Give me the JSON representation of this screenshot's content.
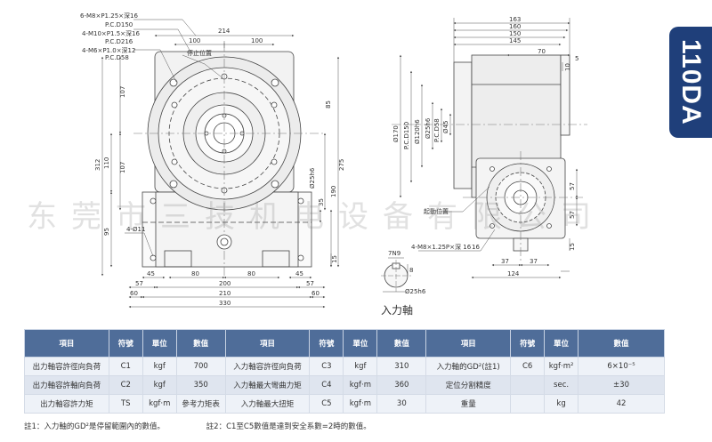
{
  "model": "110DA",
  "watermark": "东莞市三技机电设备有限公司",
  "axis_caption": "入力軸",
  "front_view": {
    "holes": [
      {
        "spec": "6-M8×P1.25×深16",
        "pcd": "P.C.D150"
      },
      {
        "spec": "4-M10×P1.5×深16",
        "pcd": "P.C.D216"
      },
      {
        "spec": "4-M6×P1.0×深12",
        "pcd": "P.C.D58"
      }
    ],
    "stop_label": "停止位置",
    "mount_hole": "4-Ø11",
    "dims": {
      "top_214": "214",
      "top_100a": "100",
      "top_100b": "100",
      "left_107a": "107",
      "left_107b": "107",
      "left_312": "312",
      "left_110": "110",
      "left_95": "95",
      "right_85": "85",
      "right_275": "275",
      "right_25h6": "Ø25h6",
      "right_35": "35",
      "right_190": "190",
      "right_15": "15",
      "bottom_45a": "45",
      "bottom_45b": "45",
      "bottom_80a": "80",
      "bottom_80b": "80",
      "bottom_57a": "57",
      "bottom_57b": "57",
      "bottom_200": "200",
      "bottom_60a": "60",
      "bottom_60b": "60",
      "bottom_210": "210",
      "bottom_330": "330"
    }
  },
  "side_view": {
    "dims": {
      "d163": "163",
      "d160": "160",
      "d150": "150",
      "d145": "145",
      "d70": "70",
      "d5": "5",
      "d10": "10",
      "d15": "15",
      "d57a": "57",
      "d57b": "57",
      "d37a": "37",
      "d37b": "37",
      "d124": "124",
      "d16": "16",
      "phi170": "Ø170",
      "pcd150": "P.C.D150",
      "phi120": "Ø120h6",
      "phi25": "Ø25h6",
      "pcd58": "P.C.D58",
      "phi45": "Ø45"
    },
    "start_label": "起動位置",
    "hole_note": "4-M8×1.25P×深 16"
  },
  "shaft_detail": {
    "key": "7N9",
    "d8": "8",
    "phi25": "Ø25h6"
  },
  "spec_table": {
    "headers": [
      "項目",
      "符號",
      "單位",
      "數值",
      "項目",
      "符號",
      "單位",
      "數值",
      "項目",
      "符號",
      "單位",
      "數值"
    ],
    "rows": [
      [
        "出力軸容許徑向負荷",
        "C1",
        "kgf",
        "700",
        "入力軸容許徑向負荷",
        "C3",
        "kgf",
        "310",
        "入力軸的GD²(註1)",
        "C6",
        "kgf·m²",
        "6×10⁻⁵"
      ],
      [
        "出力軸容許軸向負荷",
        "C2",
        "kgf",
        "350",
        "入力軸最大彎曲力矩",
        "C4",
        "kgf·m",
        "360",
        "定位分割精度",
        "",
        "sec.",
        "±30"
      ],
      [
        "出力軸容許力矩",
        "TS",
        "kgf·m",
        "參考力矩表",
        "入力軸最大扭矩",
        "C5",
        "kgf·m",
        "30",
        "重量",
        "",
        "kg",
        "42"
      ]
    ]
  },
  "notes": [
    "註1：入力軸的GD²是停留範圍內的數值。",
    "註2：C1至C5數值是達到安全系數=2時的數值。"
  ],
  "colors": {
    "tab": "#1f3f7a",
    "table_header": "#4f6d99",
    "line": "#444444",
    "dim": "#555555",
    "fill": "#e8e8e8"
  }
}
